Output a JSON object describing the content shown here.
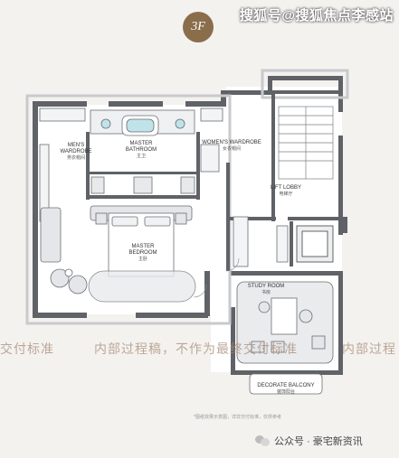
{
  "floor_badge": "3F",
  "watermark_top": "搜狐号@搜狐焦点李感站",
  "watermark_middle": [
    "交付标准",
    "内部过程稿，不作为最终交付标准",
    "内部过程"
  ],
  "rooms": {
    "mens_wardrobe": {
      "en": "MEN'S WARDROBE",
      "cn": "男衣帽间"
    },
    "master_bathroom": {
      "en": "MASTER BATHROOM",
      "cn": "主卫"
    },
    "womens_wardrobe": {
      "en": "WOMEN'S WARDROBE",
      "cn": "女衣帽间"
    },
    "lift_lobby": {
      "en": "LIFT LOBBY",
      "cn": "电梯厅"
    },
    "master_bedroom": {
      "en": "MASTER BEDROOM",
      "cn": "主卧"
    },
    "study_room": {
      "en": "STUDY ROOM",
      "cn": "书房"
    },
    "decorate_balcony": {
      "en": "DECORATE BALCONY",
      "cn": "装饰阳台"
    }
  },
  "disclaimer": "*图纸效果示意图，详非交付标准，仅供参考",
  "footer": {
    "source_label": "公众号 · 豪宅新资讯"
  },
  "colors": {
    "wall": "#5f6267",
    "floor": "#ffffff",
    "brand_badge": "#8a6d4b",
    "furniture_fill": "#e4e6e9"
  }
}
